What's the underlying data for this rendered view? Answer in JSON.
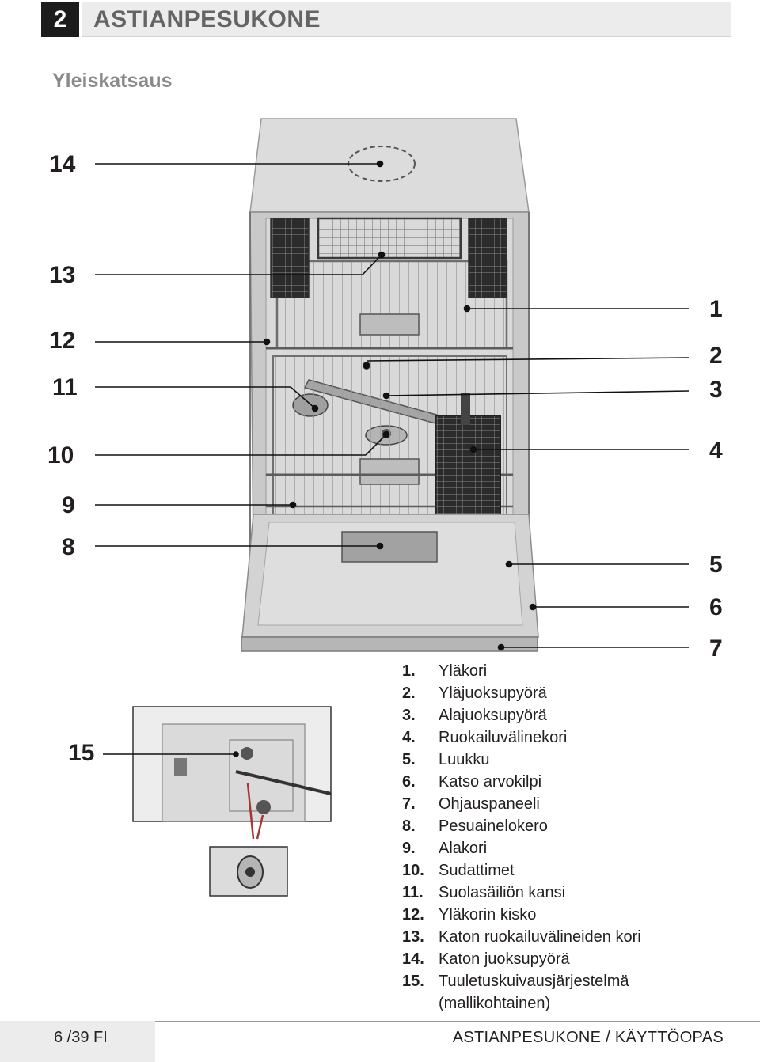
{
  "header": {
    "section_number": "2",
    "title": "ASTIANPESUKONE"
  },
  "subtitle": "Yleiskatsaus",
  "callouts": {
    "left": [
      "14",
      "13",
      "12",
      "11",
      "10",
      "9",
      "8",
      "15"
    ],
    "right": [
      "1",
      "2",
      "3",
      "4",
      "5",
      "6",
      "7"
    ]
  },
  "legend": [
    {
      "num": "1.",
      "text": "Yläkori"
    },
    {
      "num": "2.",
      "text": "Yläjuoksupyörä"
    },
    {
      "num": "3.",
      "text": "Alajuoksupyörä"
    },
    {
      "num": "4.",
      "text": "Ruokailuvälinekori"
    },
    {
      "num": "5.",
      "text": "Luukku"
    },
    {
      "num": "6.",
      "text": "Katso arvokilpi"
    },
    {
      "num": "7.",
      "text": "Ohjauspaneeli"
    },
    {
      "num": "8.",
      "text": "Pesuainelokero"
    },
    {
      "num": "9.",
      "text": "Alakori"
    },
    {
      "num": "10.",
      "text": "Sudattimet"
    },
    {
      "num": "11.",
      "text": "Suolasäiliön kansi"
    },
    {
      "num": "12.",
      "text": "Yläkorin kisko"
    },
    {
      "num": "13.",
      "text": "Katon ruokailuvälineiden kori"
    },
    {
      "num": "14.",
      "text": "Katon juoksupyörä"
    },
    {
      "num": "15.",
      "text": "Tuuletuskuivausjärjestelmä",
      "text2": "(mallikohtainen)"
    }
  ],
  "footer": {
    "page": "6 /39 FI",
    "doc_title": "ASTIANPESUKONE / KÄYTTÖOPAS"
  }
}
